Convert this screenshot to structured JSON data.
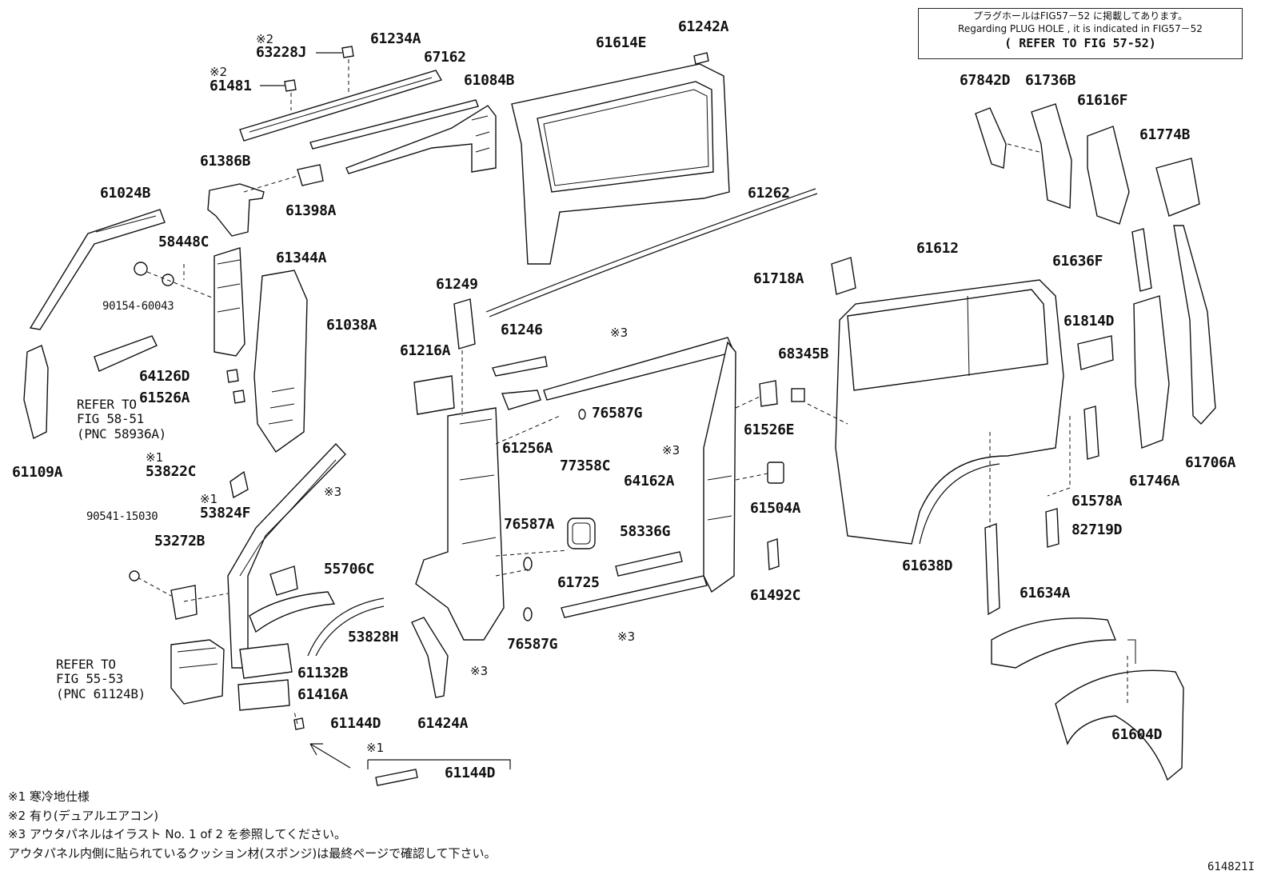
{
  "notice": {
    "line1": "プラグホールはFIG57－52 に掲載してあります。",
    "line2": "Regarding PLUG HOLE , it is indicated in FIG57－52",
    "line3": "( REFER TO FIG 57-52)"
  },
  "labels": {
    "p63228J": "63228J",
    "p61234A": "61234A",
    "p67162": "67162",
    "p61614E": "61614E",
    "p61242A": "61242A",
    "p61481": "61481",
    "p61084B": "61084B",
    "p61386B": "61386B",
    "p61398A": "61398A",
    "p61024B": "61024B",
    "p58448C": "58448C",
    "p61344A": "61344A",
    "p90154_60043": "90154-60043",
    "p61038A": "61038A",
    "p64126D": "64126D",
    "p61526A": "61526A",
    "p61109A": "61109A",
    "p53822C": "53822C",
    "p53824F": "53824F",
    "p90541_15030": "90541-15030",
    "p53272B": "53272B",
    "p55706C": "55706C",
    "p53828H": "53828H",
    "p61132B": "61132B",
    "p61416A": "61416A",
    "p61144D_a": "61144D",
    "p61144D_b": "61144D",
    "p61249": "61249",
    "p61216A": "61216A",
    "p61246": "61246",
    "p61256A": "61256A",
    "p76587G_a": "76587G",
    "p77358C": "77358C",
    "p64162A": "64162A",
    "p76587A": "76587A",
    "p58336G": "58336G",
    "p61725": "61725",
    "p76587G_b": "76587G",
    "p61424A": "61424A",
    "p61262": "61262",
    "p61526E": "61526E",
    "p61504A": "61504A",
    "p61492C": "61492C",
    "p68345B": "68345B",
    "p61718A": "61718A",
    "p61612": "61612",
    "p67842D": "67842D",
    "p61736B": "61736B",
    "p61616F": "61616F",
    "p61774B": "61774B",
    "p61636F": "61636F",
    "p61814D": "61814D",
    "p61578A": "61578A",
    "p61746A": "61746A",
    "p61706A": "61706A",
    "p82719D": "82719D",
    "p61638D": "61638D",
    "p61634A": "61634A",
    "p61604D": "61604D"
  },
  "refs": {
    "ref1": {
      "l1": "REFER TO",
      "l2": "FIG 58-51",
      "l3": "(PNC 58936A)"
    },
    "ref2": {
      "l1": "REFER TO",
      "l2": "FIG 55-53",
      "l3": "(PNC 61124B)"
    }
  },
  "marks": {
    "m1": "※1",
    "m2": "※2",
    "m3": "※3"
  },
  "footnotes": {
    "f1": "※1 寒冷地仕様",
    "f2": "※2 有り(デュアルエアコン)",
    "f3": "※3 アウタパネルはイラスト No. 1 of 2 を参照してください。",
    "f4": "アウタパネル内側に貼られているクッション材(スポンジ)は最終ページで確認して下さい。"
  },
  "figure_number": "614821I"
}
